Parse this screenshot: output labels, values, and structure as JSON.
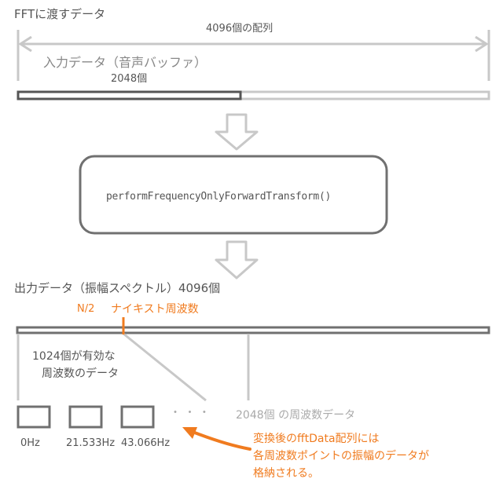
{
  "title": "FFTに渡すデータ",
  "array_label": "4096個の配列",
  "input": {
    "label": "入力データ（音声バッファ）",
    "count": "2048個"
  },
  "function_name": "performFrequencyOnlyForwardTransform()",
  "output": {
    "label": "出力データ（振幅スペクトル）4096個",
    "nyquist_n": "N/2",
    "nyquist_label": "ナイキスト周波数",
    "valid_line1": "1024個が有効な",
    "valid_line2": "周波数のデータ",
    "bins": [
      "0Hz",
      "21.533Hz",
      "43.066Hz"
    ],
    "dots": "・ ・ ・",
    "freq_label": "2048個 の周波数データ",
    "note_line1": "変換後のfftData配列には",
    "note_line2": "各周波数ポイントの振幅のデータが",
    "note_line3": "格納される。"
  },
  "colors": {
    "accent": "#f07b1f",
    "dark": "#555555",
    "light": "#c8c8c8"
  }
}
